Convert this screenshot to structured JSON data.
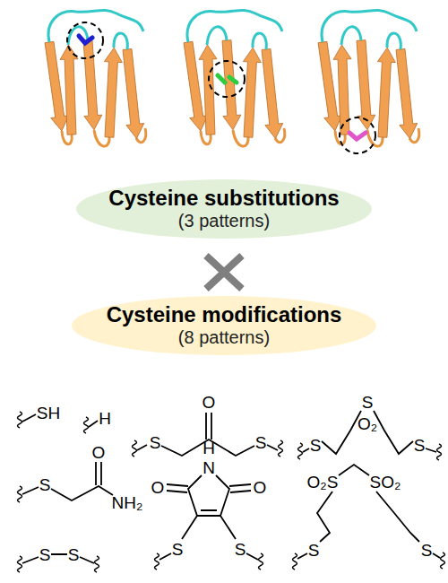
{
  "diagram": {
    "nodes": [
      {
        "text": [
          "Cysteine substitutions",
          "(3 patterns)"
        ]
      },
      {
        "text": [
          "Cysteine modifications",
          "(8 patterns)"
        ]
      }
    ],
    "labels": [
      "SH",
      "H",
      "S",
      "O",
      "S",
      "S",
      "S",
      "O₂",
      "S",
      "S",
      "O",
      "NH₂",
      "H",
      "N",
      "O",
      "O",
      "S",
      "S",
      "O₂S",
      "SO₂",
      "S",
      "S",
      "S",
      "S"
    ]
  }
}
